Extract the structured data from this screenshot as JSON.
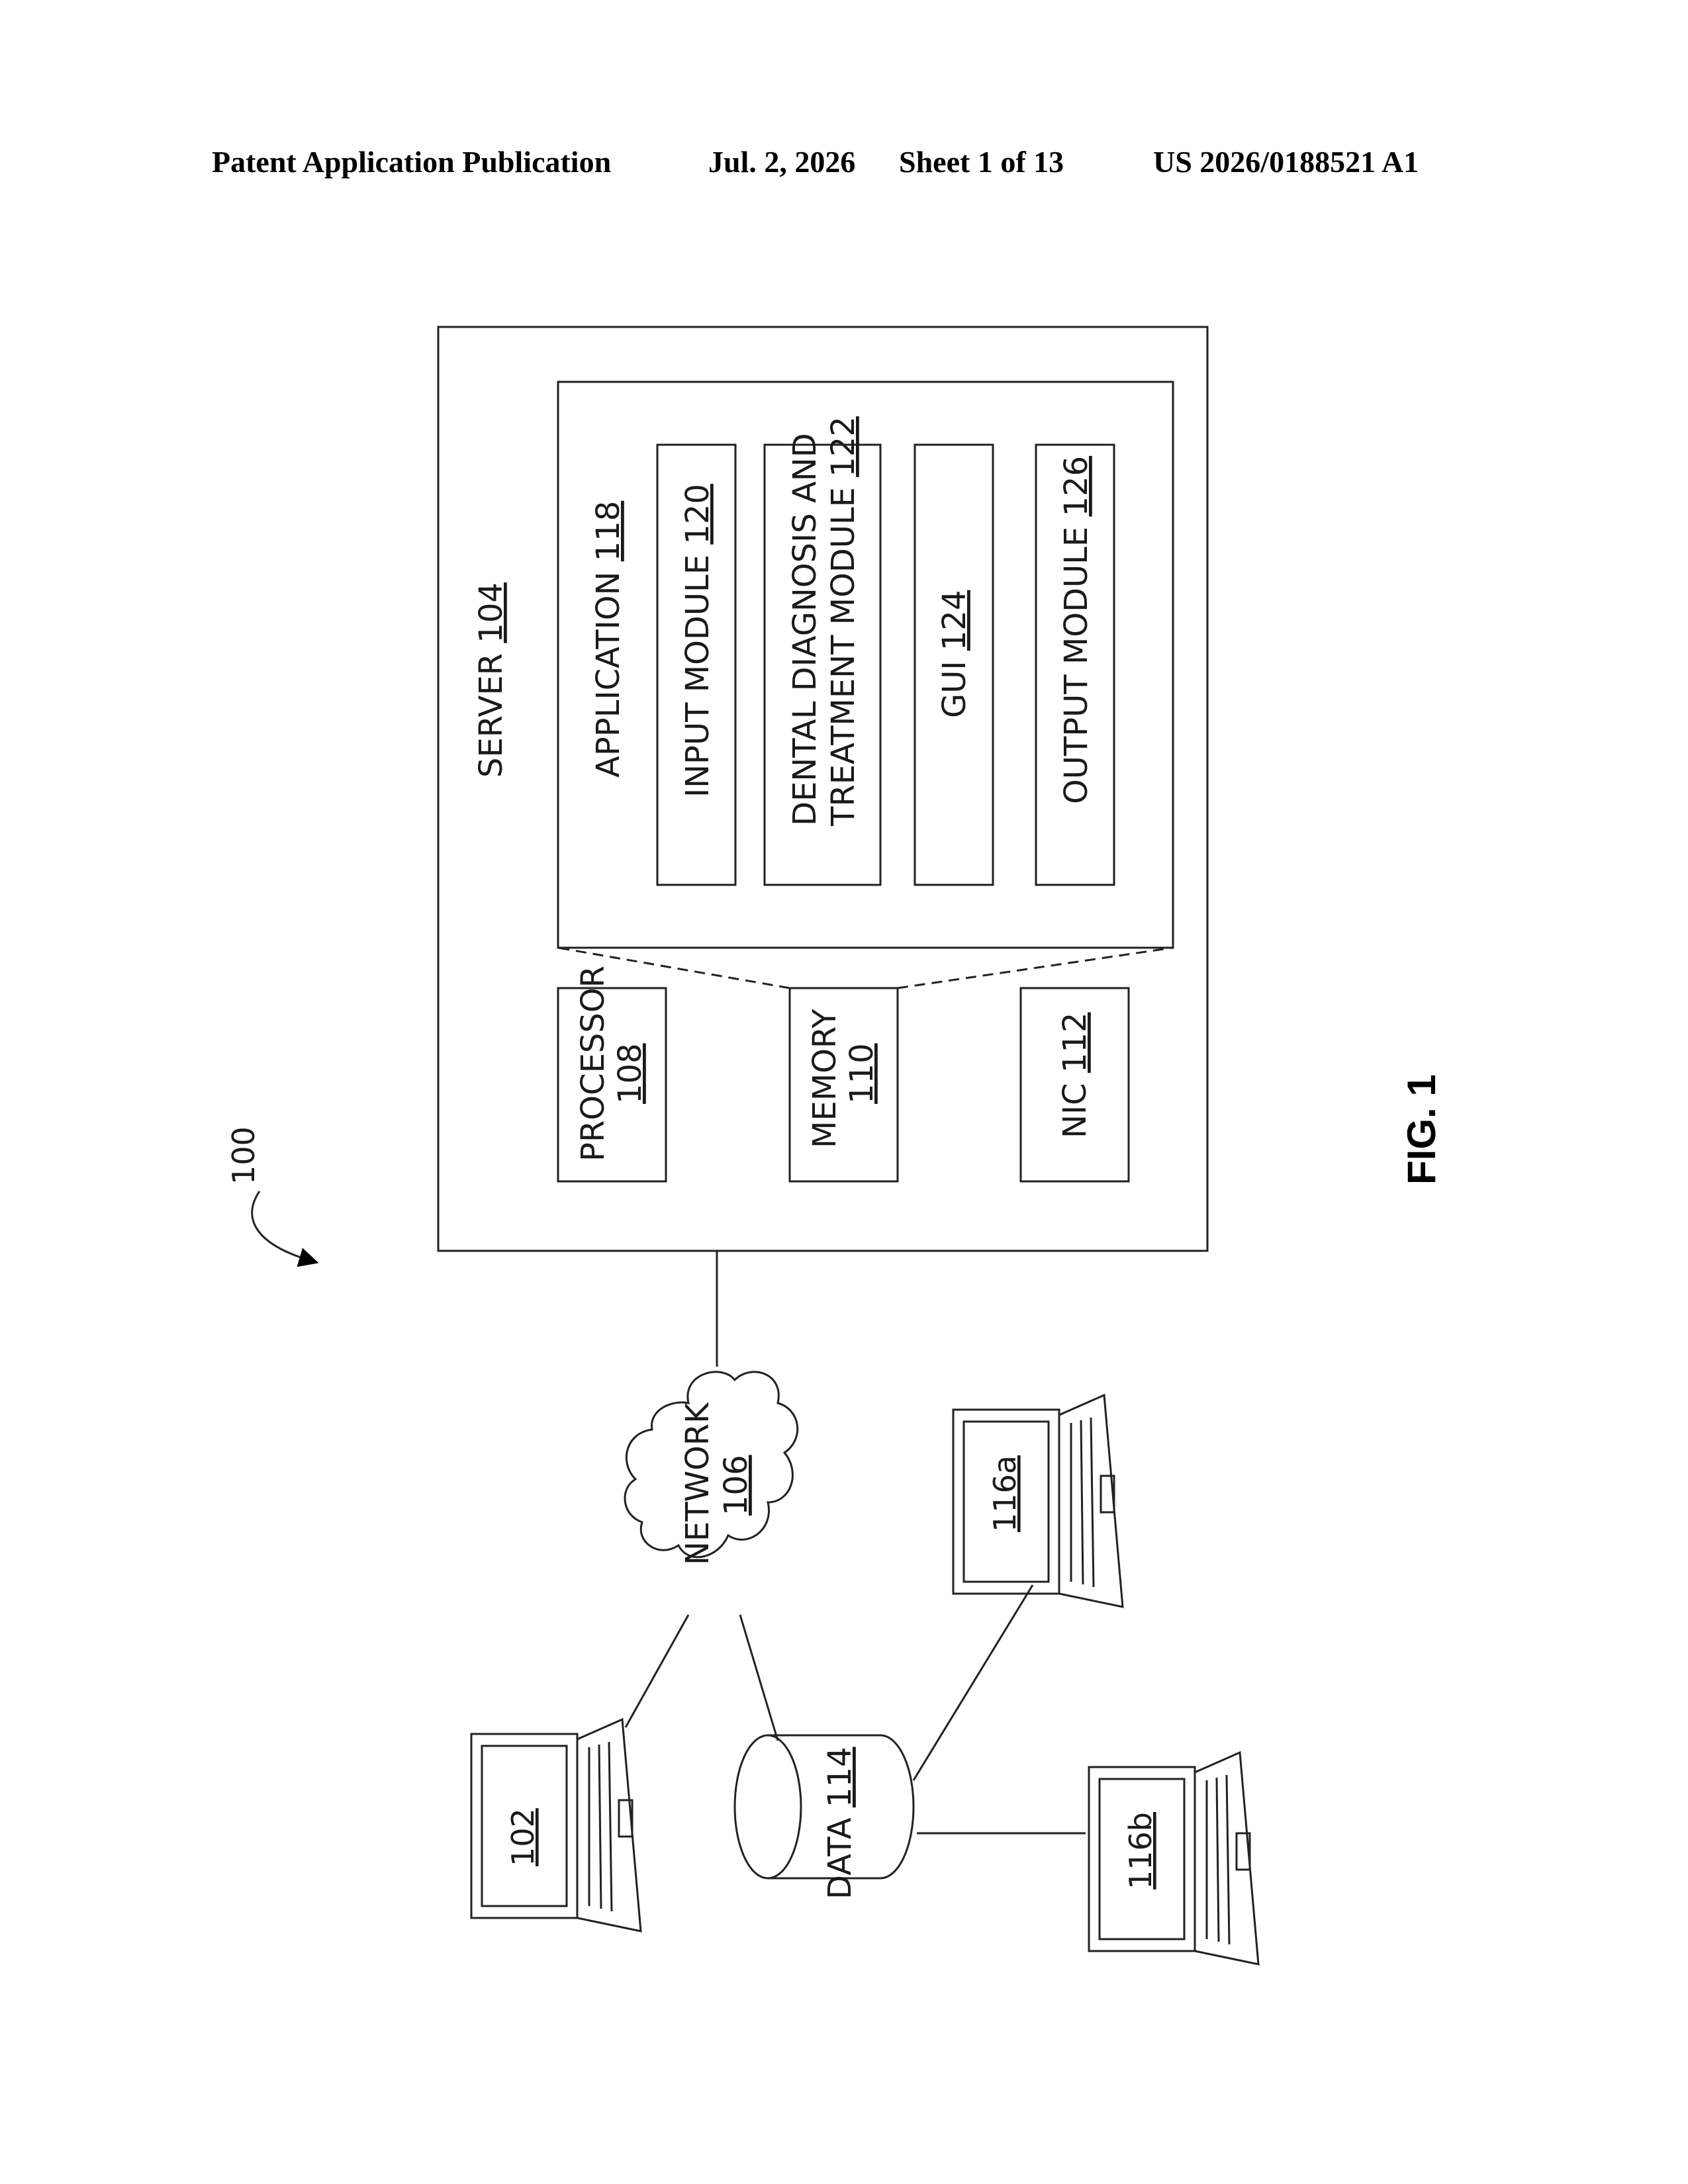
{
  "header": {
    "publication": "Patent Application Publication",
    "date": "Jul. 2, 2026",
    "sheet": "Sheet 1 of 13",
    "number": "US 2026/0188521 A1"
  },
  "figure": {
    "label": "FIG. 1",
    "system_ref": "100"
  },
  "server": {
    "name": "SERVER",
    "ref": "104",
    "processor": {
      "name": "PROCESSOR",
      "ref": "108"
    },
    "memory": {
      "name": "MEMORY",
      "ref": "110"
    },
    "nic": {
      "name": "NIC",
      "ref": "112"
    },
    "application": {
      "name": "APPLICATION",
      "ref": "118",
      "modules": [
        {
          "name": "INPUT MODULE",
          "ref": "120"
        },
        {
          "name_line1": "DENTAL DIAGNOSIS AND",
          "name_line2": "TREATMENT MODULE",
          "ref": "122"
        },
        {
          "name": "GUI",
          "ref": "124"
        },
        {
          "name": "OUTPUT MODULE",
          "ref": "126"
        }
      ]
    }
  },
  "network": {
    "name": "NETWORK",
    "ref": "106"
  },
  "data_store": {
    "name": "DATA",
    "ref": "114"
  },
  "devices": [
    {
      "ref": "102"
    },
    {
      "ref": "116a"
    },
    {
      "ref": "116b"
    }
  ]
}
